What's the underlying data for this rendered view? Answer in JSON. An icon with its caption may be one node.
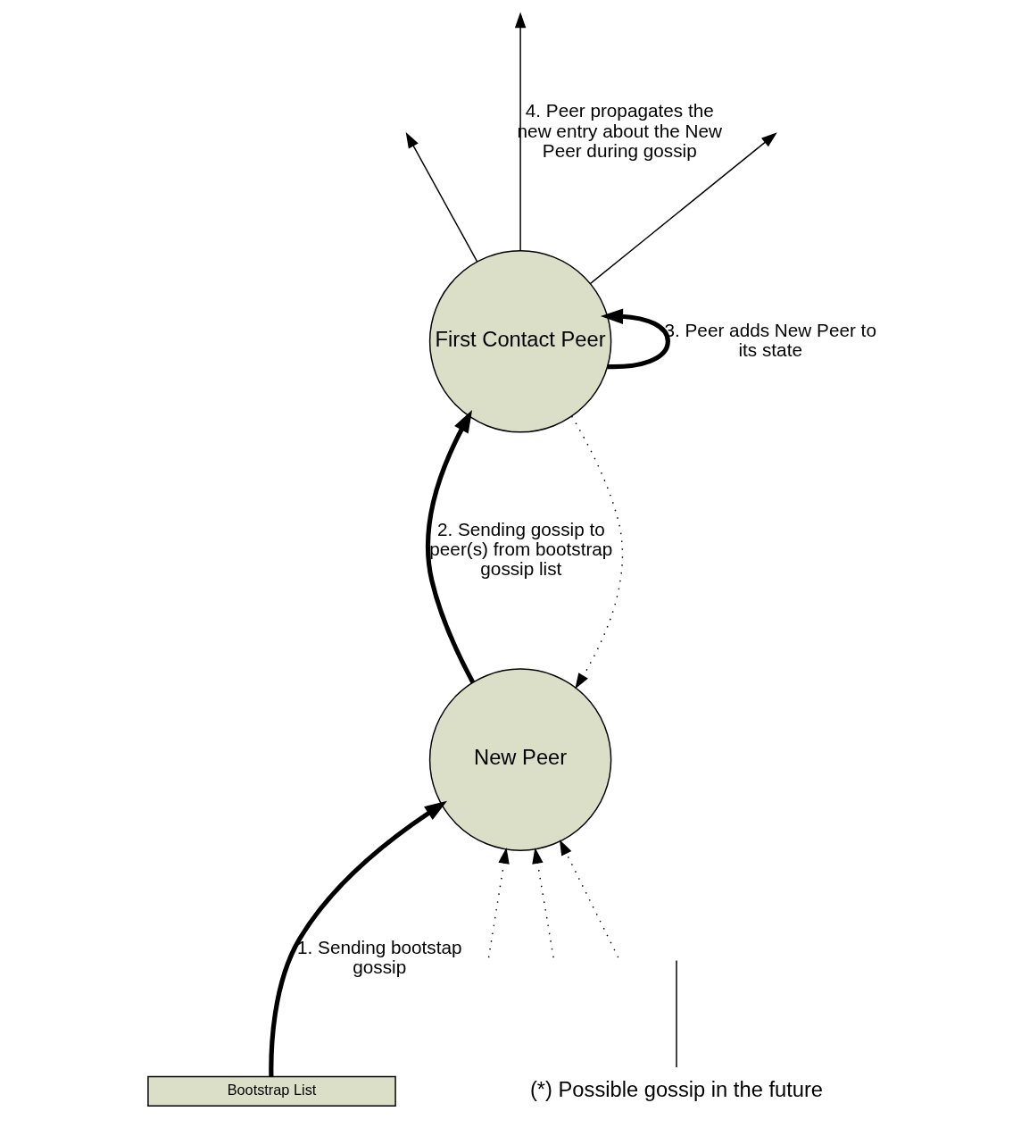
{
  "diagram": {
    "nodes": [
      {
        "text": [
          "New Peer"
        ]
      },
      {
        "text": [
          "First Contact Peer"
        ]
      },
      {
        "text": [
          "Bootstrap List"
        ]
      },
      {
        "text": [
          "(*) Possible gossip in the future"
        ]
      }
    ],
    "edges": [
      {
        "from": 2,
        "to": 0,
        "arrow": "to",
        "label": "1. Sending bootstap gossip",
        "style": "thick"
      },
      {
        "from": 0,
        "to": 1,
        "arrow": "to",
        "label": "2. Sending gossip to peer(s) from bootstrap gossip list",
        "style": "thick"
      },
      {
        "from": 1,
        "to": 1,
        "arrow": "to",
        "label": "3. Peer adds New Peer to its state",
        "style": "thick"
      },
      {
        "from": 1,
        "to": null,
        "arrow": "to"
      },
      {
        "from": 1,
        "to": null,
        "arrow": "to",
        "label": "4. Peer propagates the new entry about the New Peer during gossip"
      },
      {
        "from": 1,
        "to": null,
        "arrow": "to"
      },
      {
        "from": null,
        "to": 0,
        "arrow": "to",
        "style": "dashed"
      },
      {
        "from": null,
        "to": 0,
        "arrow": "to",
        "style": "dashed"
      },
      {
        "from": null,
        "to": 0,
        "arrow": "to",
        "style": "dashed"
      },
      {
        "from": 1,
        "to": 0,
        "arrow": "to",
        "style": "dashed"
      },
      {
        "from": 3,
        "to": null,
        "arrow": "none"
      }
    ]
  }
}
